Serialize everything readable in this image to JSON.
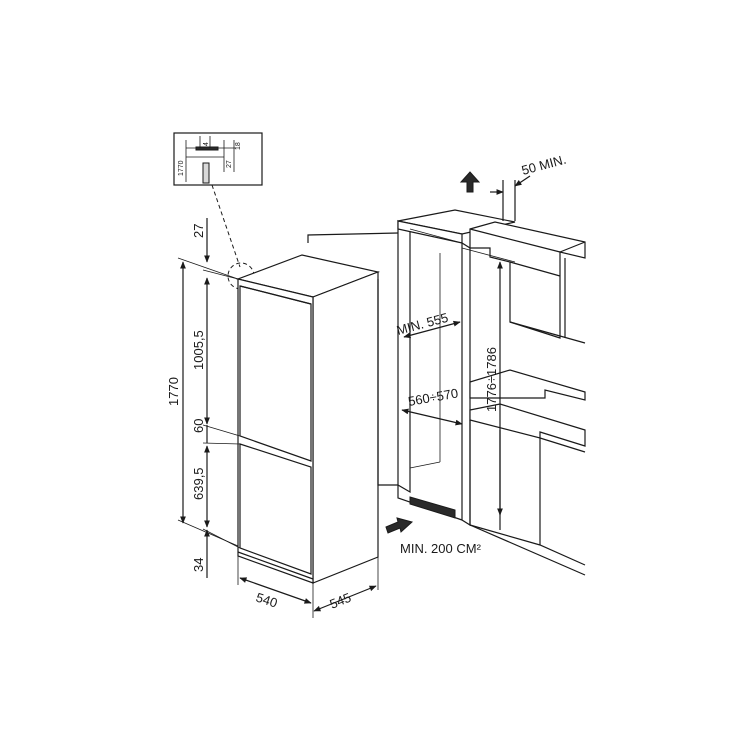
{
  "diagram": {
    "fridge_dims": {
      "total_height": "1770",
      "top_gap": "27",
      "upper_door": "1005,5",
      "door_gap": "60",
      "lower_door": "639,5",
      "bottom_gap": "34",
      "width": "540",
      "depth": "545"
    },
    "detail_inset": {
      "height": "1770",
      "gap": "4",
      "dim_27": "27",
      "dim_18": "18"
    },
    "niche": {
      "top_vent": "50 MIN.",
      "min_width": "MIN. 555",
      "width_range": "560÷570",
      "height_range": "1776÷1786",
      "bottom_vent": "MIN. 200 CM²"
    }
  }
}
